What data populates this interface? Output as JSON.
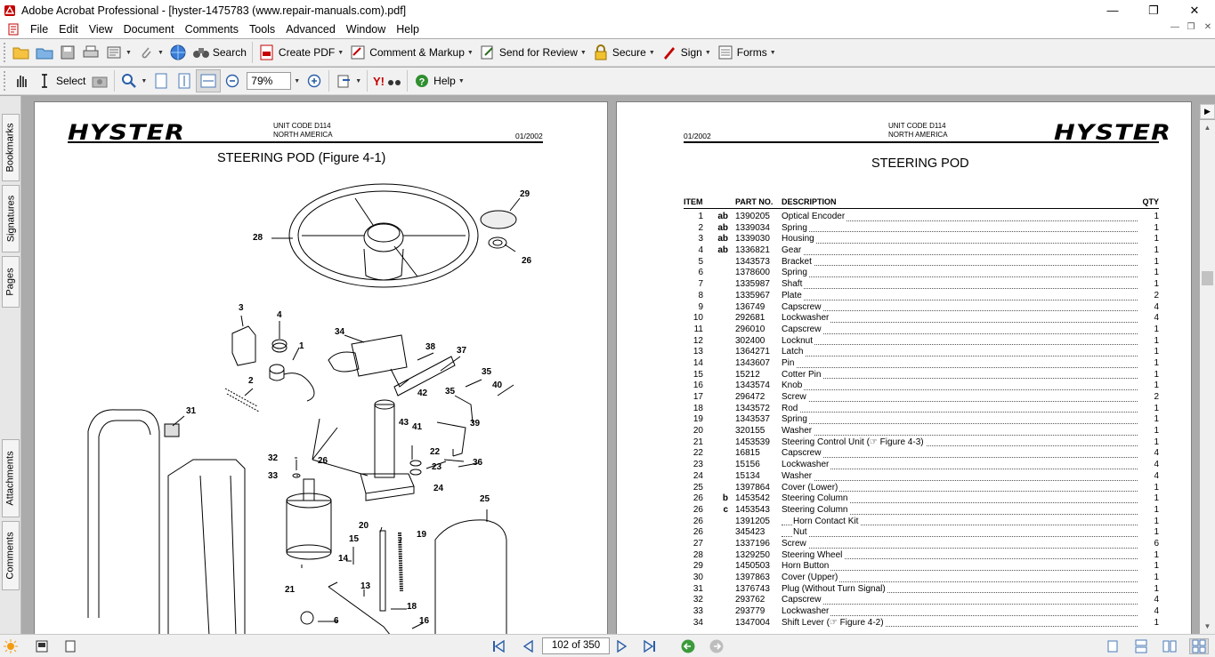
{
  "window": {
    "title": "Adobe Acrobat Professional - [hyster-1475783 (www.repair-manuals.com).pdf]"
  },
  "menu": [
    "File",
    "Edit",
    "View",
    "Document",
    "Comments",
    "Tools",
    "Advanced",
    "Window",
    "Help"
  ],
  "toolbar1": {
    "search": "Search",
    "create_pdf": "Create PDF",
    "comment_markup": "Comment & Markup",
    "send_review": "Send for Review",
    "secure": "Secure",
    "sign": "Sign",
    "forms": "Forms"
  },
  "toolbar2": {
    "select": "Select",
    "zoom": "79%",
    "help": "Help"
  },
  "left_tabs": [
    "Bookmarks",
    "Signatures",
    "Pages",
    "Attachments",
    "Comments"
  ],
  "page_left": {
    "logo": "HYSTER",
    "unit_code": "UNIT CODE D114",
    "region": "NORTH AMERICA",
    "date": "01/2002",
    "title": "STEERING POD (Figure 4-1)",
    "callouts": [
      "29",
      "28",
      "26",
      "3",
      "4",
      "1",
      "34",
      "38",
      "37",
      "35",
      "2",
      "42",
      "35",
      "40",
      "31",
      "43",
      "41",
      "39",
      "22",
      "36",
      "32",
      "26",
      "23",
      "33",
      "24",
      "25",
      "20",
      "19",
      "15",
      "14",
      "13",
      "21",
      "18",
      "6",
      "16"
    ]
  },
  "page_right": {
    "logo": "HYSTER",
    "unit_code": "UNIT CODE D114",
    "region": "NORTH AMERICA",
    "date": "01/2002",
    "title": "STEERING POD",
    "columns": [
      "ITEM",
      "PART NO.",
      "DESCRIPTION",
      "QTY"
    ],
    "rows": [
      {
        "item": "1",
        "code": "ab",
        "part": "1390205",
        "desc": "Optical Encoder",
        "qty": "1"
      },
      {
        "item": "2",
        "code": "ab",
        "part": "1339034",
        "desc": "Spring",
        "qty": "1"
      },
      {
        "item": "3",
        "code": "ab",
        "part": "1339030",
        "desc": "Housing",
        "qty": "1"
      },
      {
        "item": "4",
        "code": "ab",
        "part": "1336821",
        "desc": "Gear",
        "qty": "1"
      },
      {
        "item": "5",
        "code": "",
        "part": "1343573",
        "desc": "Bracket",
        "qty": "1"
      },
      {
        "item": "6",
        "code": "",
        "part": "1378600",
        "desc": "Spring",
        "qty": "1"
      },
      {
        "item": "7",
        "code": "",
        "part": "1335987",
        "desc": "Shaft",
        "qty": "1"
      },
      {
        "item": "8",
        "code": "",
        "part": "1335967",
        "desc": "Plate",
        "qty": "2"
      },
      {
        "item": "9",
        "code": "",
        "part": "136749",
        "desc": "Capscrew",
        "qty": "4"
      },
      {
        "item": "10",
        "code": "",
        "part": "292681",
        "desc": "Lockwasher",
        "qty": "4"
      },
      {
        "item": "11",
        "code": "",
        "part": "296010",
        "desc": "Capscrew",
        "qty": "1"
      },
      {
        "item": "12",
        "code": "",
        "part": "302400",
        "desc": "Locknut",
        "qty": "1"
      },
      {
        "item": "13",
        "code": "",
        "part": "1364271",
        "desc": "Latch",
        "qty": "1"
      },
      {
        "item": "14",
        "code": "",
        "part": "1343607",
        "desc": "Pin",
        "qty": "1"
      },
      {
        "item": "15",
        "code": "",
        "part": "15212",
        "desc": "Cotter Pin",
        "qty": "1"
      },
      {
        "item": "16",
        "code": "",
        "part": "1343574",
        "desc": "Knob",
        "qty": "1"
      },
      {
        "item": "17",
        "code": "",
        "part": "296472",
        "desc": "Screw",
        "qty": "2"
      },
      {
        "item": "18",
        "code": "",
        "part": "1343572",
        "desc": "Rod",
        "qty": "1"
      },
      {
        "item": "19",
        "code": "",
        "part": "1343537",
        "desc": "Spring",
        "qty": "1"
      },
      {
        "item": "20",
        "code": "",
        "part": "320155",
        "desc": "Washer",
        "qty": "1"
      },
      {
        "item": "21",
        "code": "",
        "part": "1453539",
        "desc": "Steering Control Unit (☞ Figure 4-3)",
        "qty": "1"
      },
      {
        "item": "22",
        "code": "",
        "part": "16815",
        "desc": "Capscrew",
        "qty": "4"
      },
      {
        "item": "23",
        "code": "",
        "part": "15156",
        "desc": "Lockwasher",
        "qty": "4"
      },
      {
        "item": "24",
        "code": "",
        "part": "15134",
        "desc": "Washer",
        "qty": "4"
      },
      {
        "item": "25",
        "code": "",
        "part": "1397864",
        "desc": "Cover (Lower)",
        "qty": "1"
      },
      {
        "item": "26",
        "code": "b",
        "part": "1453542",
        "desc": "Steering Column",
        "qty": "1"
      },
      {
        "item": "26",
        "code": "c",
        "part": "1453543",
        "desc": "Steering Column",
        "qty": "1"
      },
      {
        "item": "26",
        "code": "",
        "part": "1391205",
        "desc": "Horn Contact Kit",
        "qty": "1",
        "indent": true
      },
      {
        "item": "26",
        "code": "",
        "part": "345423",
        "desc": "Nut",
        "qty": "1",
        "indent": true
      },
      {
        "item": "27",
        "code": "",
        "part": "1337196",
        "desc": "Screw",
        "qty": "6"
      },
      {
        "item": "28",
        "code": "",
        "part": "1329250",
        "desc": "Steering Wheel",
        "qty": "1"
      },
      {
        "item": "29",
        "code": "",
        "part": "1450503",
        "desc": "Horn Button",
        "qty": "1"
      },
      {
        "item": "30",
        "code": "",
        "part": "1397863",
        "desc": "Cover (Upper)",
        "qty": "1"
      },
      {
        "item": "31",
        "code": "",
        "part": "1376743",
        "desc": "Plug (Without Turn Signal)",
        "qty": "1"
      },
      {
        "item": "32",
        "code": "",
        "part": "293762",
        "desc": "Capscrew",
        "qty": "4"
      },
      {
        "item": "33",
        "code": "",
        "part": "293779",
        "desc": "Lockwasher",
        "qty": "4"
      },
      {
        "item": "34",
        "code": "",
        "part": "1347004",
        "desc": "Shift Lever (☞ Figure 4-2)",
        "qty": "1"
      }
    ]
  },
  "status": {
    "page_display": "102 of 350"
  }
}
